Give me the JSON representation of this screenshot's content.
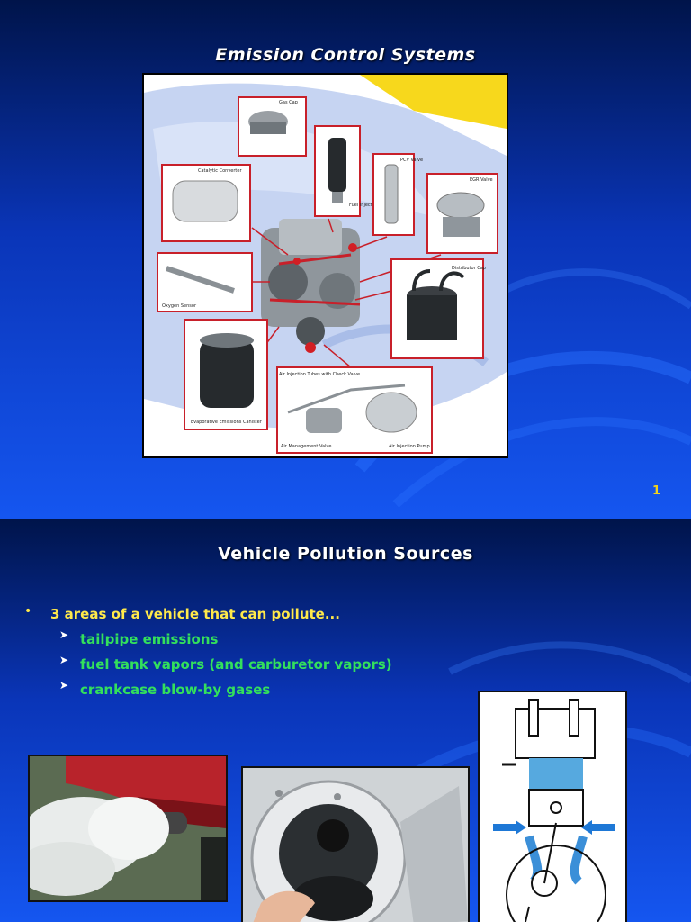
{
  "slide1": {
    "title": "Emission Control Systems",
    "page_number": "1",
    "diagram_labels": {
      "gas_cap": "Gas Cap",
      "catalytic_converter": "Catalytic Converter",
      "fuel_injector": "Fuel Injector",
      "pcv_valve": "PCV Valve",
      "egr_valve": "EGR Valve",
      "oxygen_sensor": "Oxygen Sensor",
      "distributor_cap": "Distributor Cap",
      "evap_canister": "Evaporative Emissions Canister",
      "air_injection_tubes": "Air Injection Tubes with Check Valve",
      "air_management_valve": "Air Management Valve",
      "air_injection_pump": "Air Injection Pump"
    }
  },
  "slide2": {
    "title": "Vehicle Pollution Sources",
    "bullet": "3 areas of a vehicle that can pollute...",
    "subbullets": [
      "tailpipe emissions",
      "fuel tank vapors (and carburetor vapors)",
      "crankcase blow-by gases"
    ]
  },
  "colors": {
    "title": "#ffffff",
    "bullet_l1": "#ffe94a",
    "bullet_l2": "#33e05c",
    "page_number": "#f2d21c",
    "callout_border": "#c8202a"
  }
}
